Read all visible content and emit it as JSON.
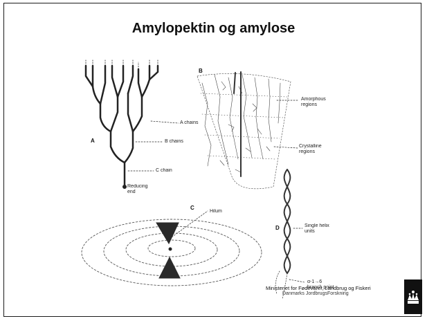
{
  "slide": {
    "title": "Amylopektin og amylose"
  },
  "panels": {
    "a": "A",
    "b": "B",
    "c": "C",
    "d": "D"
  },
  "labels": {
    "a_chains": "A chains",
    "b_chains": "B chains",
    "c_chain": "C chain",
    "reducing_end": "Reducing\nend",
    "amorphous_regions": "Amorphous\nregions",
    "crystalline_regions": "Crystalline\nregions",
    "hilum": "Hilum",
    "single_helix": "Single helix\nunits",
    "branch_point": "α-1→6\nbranch point"
  },
  "footer": {
    "line1": "Ministeriet for Fødevarer, Landbrug og Fiskeri",
    "line2": "Danmarks JordbrugsForskning"
  }
}
